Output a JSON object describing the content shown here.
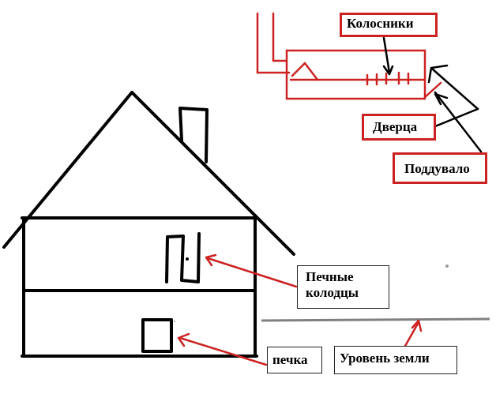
{
  "colors": {
    "annotation": "#cc2222",
    "outline": "#000000",
    "ground": "#808080",
    "background": "#ffffff"
  },
  "labels": {
    "kolosniki": "Колосники",
    "dverca": "Дверца",
    "podduvalo": "Поддувало",
    "pechnye_kolodcy_line1": "Печные",
    "pechnye_kolodcy_line2": "колодцы",
    "pechka": "печка",
    "uroven_zemli": "Уровень земли"
  }
}
